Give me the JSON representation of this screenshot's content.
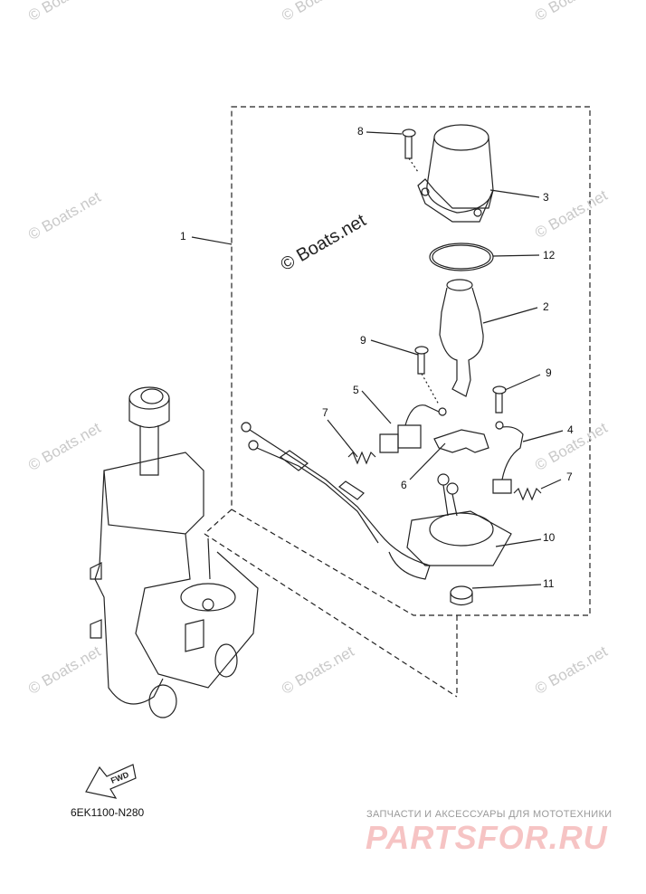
{
  "watermarks": {
    "small": "© Boats.net",
    "main": "© Boats.net"
  },
  "callouts": [
    "1",
    "2",
    "3",
    "4",
    "5",
    "6",
    "7",
    "7",
    "8",
    "9",
    "9",
    "10",
    "11",
    "12"
  ],
  "diagram_code": "6EK1100-N280",
  "fwd_label": "FWD",
  "brand": {
    "subtitle": "ЗАПЧАСТИ И АКСЕССУАРЫ ДЛЯ МОТОТЕХНИКИ",
    "name": "PARTSFOR.RU"
  },
  "colors": {
    "line": "#222222",
    "watermark": "#c9c9c9",
    "brand": "#f6c4c4"
  }
}
